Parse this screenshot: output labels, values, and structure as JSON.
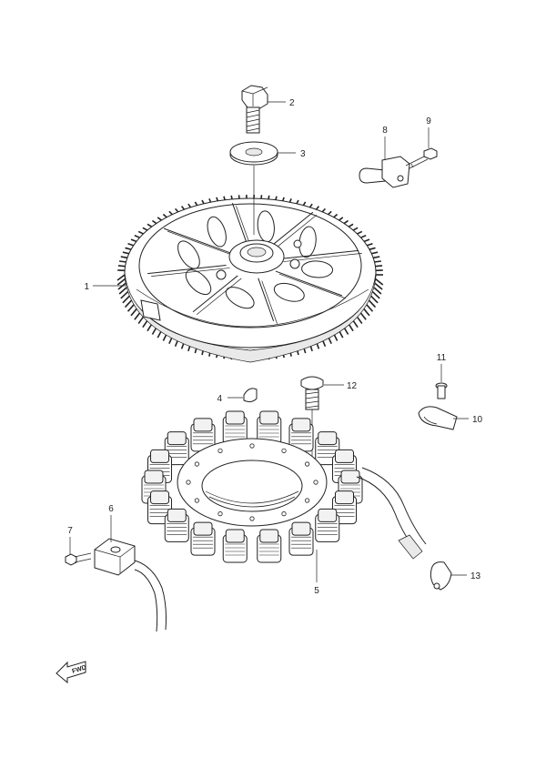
{
  "diagram": {
    "parts": [
      {
        "id": "flywheel",
        "number": "1"
      },
      {
        "id": "bolt-top",
        "number": "2"
      },
      {
        "id": "washer",
        "number": "3"
      },
      {
        "id": "key",
        "number": "4"
      },
      {
        "id": "stator",
        "number": "5"
      },
      {
        "id": "pulser-coil",
        "number": "6"
      },
      {
        "id": "pulser-screw",
        "number": "7"
      },
      {
        "id": "sensor",
        "number": "8"
      },
      {
        "id": "sensor-screw",
        "number": "9"
      },
      {
        "id": "clamp-right",
        "number": "10"
      },
      {
        "id": "clamp-screw",
        "number": "11"
      },
      {
        "id": "stator-bolt",
        "number": "12"
      },
      {
        "id": "clamp-lower",
        "number": "13"
      }
    ],
    "fwd_label": "FWD"
  }
}
